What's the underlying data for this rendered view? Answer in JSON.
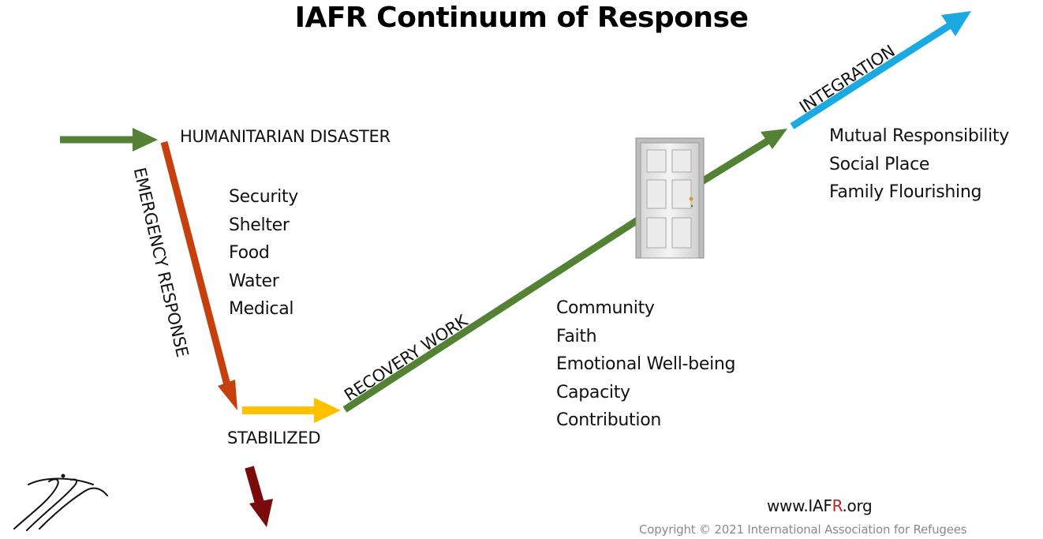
{
  "title": "IAFR Continuum of Response",
  "labels": {
    "humanitarian_disaster": "HUMANITARIAN DISASTER",
    "emergency_response": "EMERGENCY RESPONSE",
    "stabilized": "STABILIZED",
    "recovery_work": "RECOVERY WORK",
    "integration": "INTEGRATION"
  },
  "emergency_needs": [
    "Security",
    "Shelter",
    "Food",
    "Water",
    "Medical"
  ],
  "recovery_needs": [
    "Community",
    "Faith",
    "Emotional Well-being",
    "Capacity",
    "Contribution"
  ],
  "integration_outcomes": [
    "Mutual Responsibility",
    "Social Place",
    "Family Flourishing"
  ],
  "footer": {
    "url_prefix": "www.IAF",
    "url_accent": "R",
    "url_suffix": ".org",
    "copyright": "Copyright © 2021 International Association for Refugees"
  },
  "colors": {
    "green": "#548235",
    "red": "#c5400c",
    "yellow": "#ffc000",
    "blue": "#1ba9e1",
    "dark_red": "#7b0a0a",
    "url_accent": "#b22222"
  },
  "icons": {
    "door": "door-icon",
    "logo": "iafr-logo-icon"
  }
}
